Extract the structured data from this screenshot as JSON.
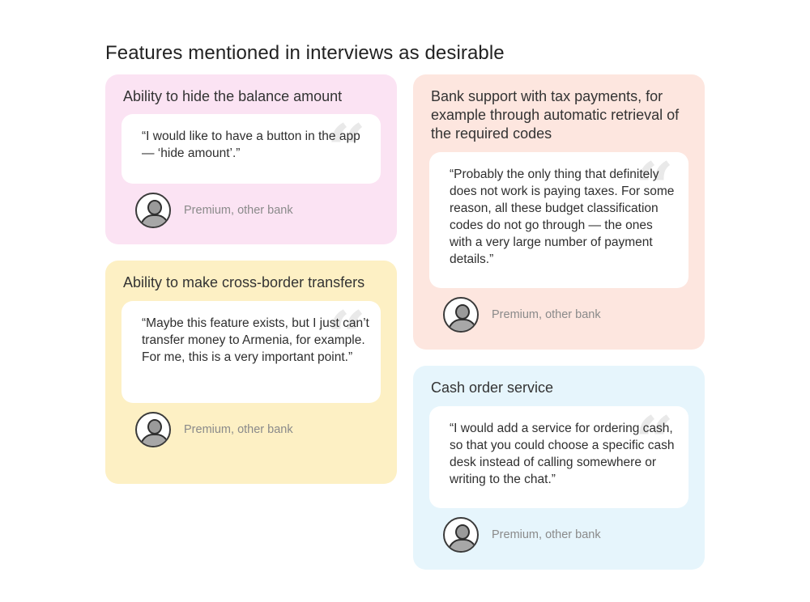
{
  "page": {
    "title": "Features mentioned in interviews as desirable"
  },
  "cards": [
    {
      "title": "Ability to hide the balance amount",
      "quote": "“I would like to have a button in the app — ‘hide amount’.”",
      "author": "Premium, other bank",
      "background": "#fbe3f3"
    },
    {
      "title": "Bank support with tax payments, for example through automatic retrieval of the required codes",
      "quote": "“Probably the only thing that definitely does not work is paying taxes. For some reason, all these budget classification codes do not go through — the ones with a very large number of payment details.”",
      "author": "Premium, other bank",
      "background": "#fde6df"
    },
    {
      "title": "Ability to make cross-border transfers",
      "quote": "“Maybe this feature exists, but I just can’t transfer money to Armenia, for example. For me, this is a very important point.”",
      "author": "Premium, other bank",
      "background": "#fdf0c4"
    },
    {
      "title": "Cash order service",
      "quote": "“I would add a service for ordering cash, so that you could choose a specific cash desk instead of calling somewhere or writing to the chat.”",
      "author": "Premium, other bank",
      "background": "#e6f5fc"
    }
  ],
  "icons": {
    "quote_mark": "quote-mark-icon",
    "avatar": "user-avatar-icon"
  }
}
